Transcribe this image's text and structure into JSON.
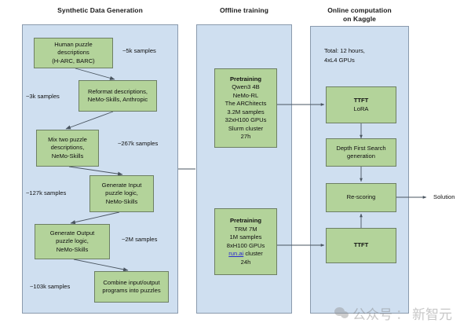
{
  "columns": [
    {
      "id": "synthetic",
      "title": "Synthetic Data Generation"
    },
    {
      "id": "offline",
      "title": "Offline training"
    },
    {
      "id": "online",
      "title_line1": "Online computation",
      "title_line2": "on Kaggle"
    }
  ],
  "left_panel": {
    "nodes": [
      {
        "name": "human-puzzle-descriptions",
        "lines": [
          "Human puzzle",
          "descriptions",
          "(H-ARC, BARC)"
        ]
      },
      {
        "name": "reformat-descriptions",
        "lines": [
          "Reformat descriptions,",
          "NeMo-Skills, Anthropic"
        ]
      },
      {
        "name": "mix-two-puzzle-descriptions",
        "lines": [
          "Mix two puzzle",
          "descriptions,",
          "NeMo-Skills"
        ]
      },
      {
        "name": "generate-input-puzzle-logic",
        "lines": [
          "Generate Input",
          "puzzle logic,",
          "NeMo-Skills"
        ]
      },
      {
        "name": "generate-output-puzzle-logic",
        "lines": [
          "Generate Output",
          "puzzle logic,",
          "NeMo-Skills"
        ]
      },
      {
        "name": "combine-programs-into-puzzles",
        "lines": [
          "Combine input/output",
          "programs into puzzles"
        ]
      }
    ],
    "sample_labels": [
      {
        "name": "samples-5k",
        "text": "~5k samples"
      },
      {
        "name": "samples-3k",
        "text": "~3k samples"
      },
      {
        "name": "samples-267k",
        "text": "~267k samples"
      },
      {
        "name": "samples-127k",
        "text": "~127k samples"
      },
      {
        "name": "samples-2m",
        "text": "~2M samples"
      },
      {
        "name": "samples-103k",
        "text": "~103k samples"
      }
    ]
  },
  "middle_panel": {
    "nodes": [
      {
        "name": "pretraining-qwen3",
        "lines": [
          {
            "text": "Pretraining",
            "bold": true
          },
          {
            "text": "Qwen3 4B",
            "bold": false
          },
          {
            "text": "NeMo-RL",
            "bold": false
          },
          {
            "text": "The ARChitects",
            "bold": false
          },
          {
            "text": "3.2M samples",
            "bold": false
          },
          {
            "text": "32xH100 GPUs",
            "bold": false
          },
          {
            "text": "Slurm cluster",
            "bold": false
          },
          {
            "text": "27h",
            "bold": false
          }
        ]
      },
      {
        "name": "pretraining-trm",
        "lines": [
          {
            "text": "Pretraining",
            "bold": true
          },
          {
            "text": "TRM 7M",
            "bold": false
          },
          {
            "text": "1M samples",
            "bold": false
          },
          {
            "text": "8xH100 GPUs",
            "bold": false
          },
          {
            "text": "run.ai cluster",
            "bold": false,
            "link_prefix": "run.ai",
            "link_suffix": " cluster"
          },
          {
            "text": "24h",
            "bold": false
          }
        ]
      }
    ]
  },
  "right_panel": {
    "budget_label": {
      "name": "compute-budget",
      "lines": [
        "Total: 12 hours,",
        "4xL4 GPUs"
      ]
    },
    "nodes": [
      {
        "name": "ttft-lora",
        "lines": [
          {
            "text": "TTFT",
            "bold": true
          },
          {
            "text": "LoRA",
            "bold": false
          }
        ]
      },
      {
        "name": "depth-first-search-generation",
        "lines": [
          {
            "text": "Depth First Search",
            "bold": false
          },
          {
            "text": "generation",
            "bold": false
          }
        ]
      },
      {
        "name": "re-scoring",
        "lines": [
          {
            "text": "Re-scoring",
            "bold": false
          }
        ]
      },
      {
        "name": "ttft",
        "lines": [
          {
            "text": "TTFT",
            "bold": true
          }
        ]
      }
    ],
    "output_label": {
      "name": "solution-output",
      "text": "Solution"
    }
  },
  "watermark": {
    "account_label": "公众号",
    "separator": "：",
    "account_name": "新智元"
  },
  "colors": {
    "panel_fill": "#cfdff0",
    "panel_border": "#8a9aad",
    "node_fill": "#b3d39a",
    "node_border": "#6d7f63",
    "connector": "#4a5560",
    "link": "#2a2ad0",
    "text": "#101010"
  }
}
